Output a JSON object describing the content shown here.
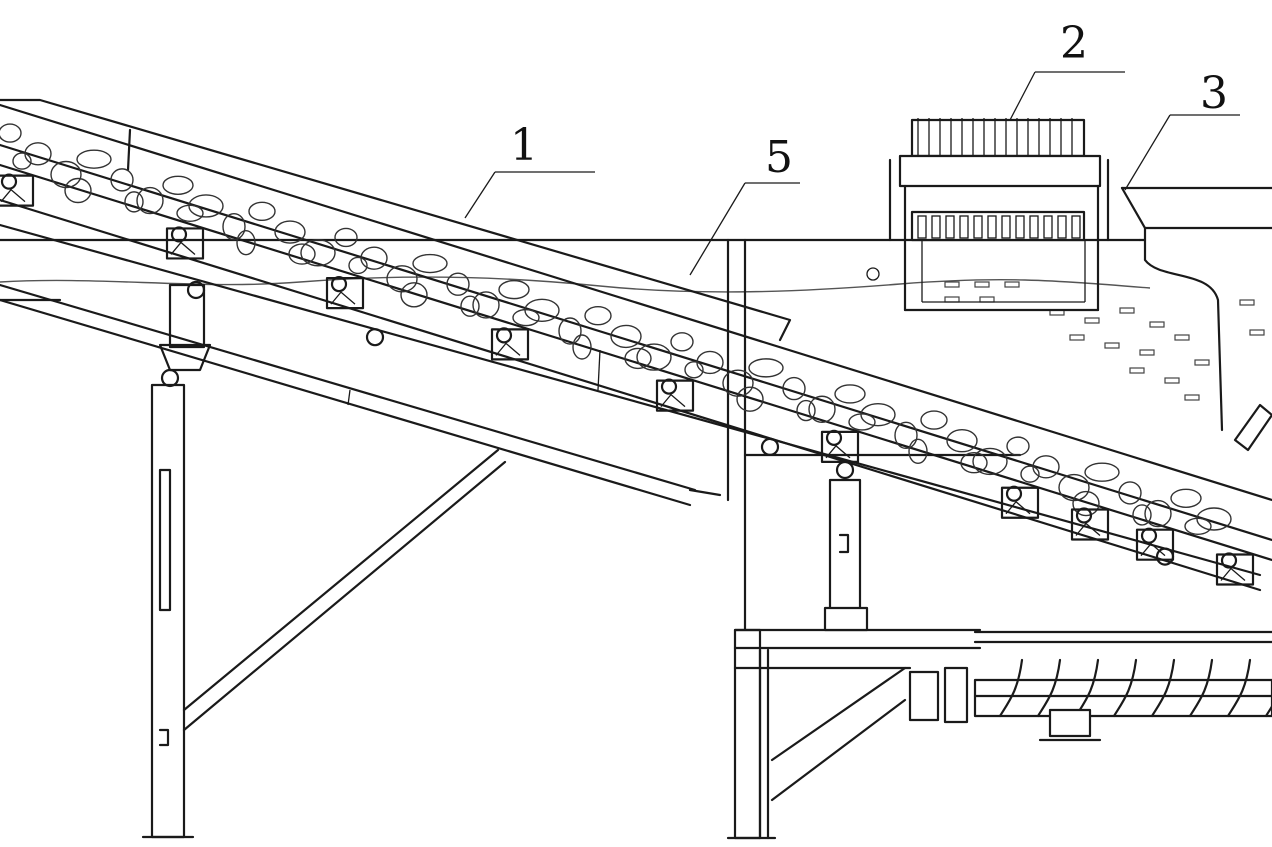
{
  "diagram": {
    "callouts": [
      {
        "id": "1",
        "text": "1"
      },
      {
        "id": "2",
        "text": "2"
      },
      {
        "id": "3",
        "text": "3"
      },
      {
        "id": "5",
        "text": "5"
      }
    ],
    "line_color": "#1a1a1a",
    "background": "#ffffff"
  }
}
